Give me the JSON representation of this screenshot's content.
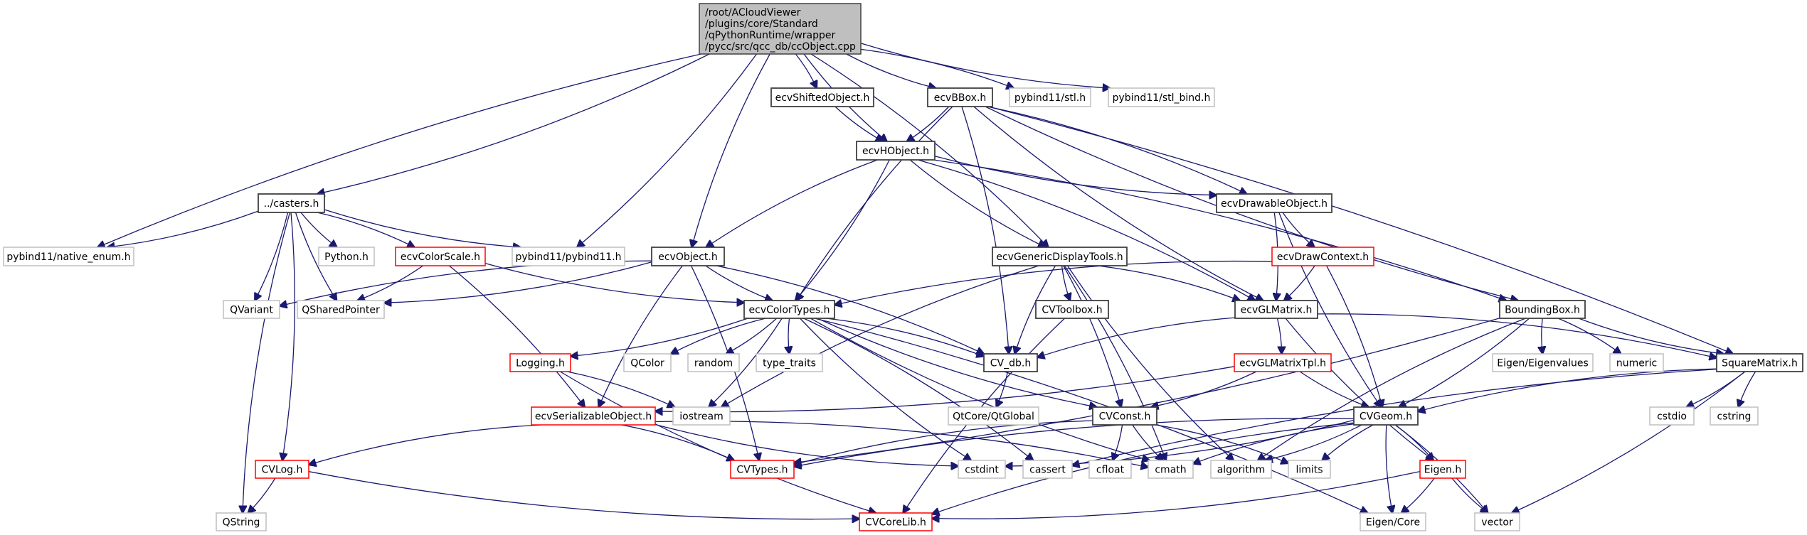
{
  "graph": {
    "title": "Include dependency graph for ccObject.cpp",
    "colors": {
      "edge": "#191970",
      "root_fill": "#bfbfbf",
      "documented_border": "#404040",
      "missing_border": "#ff0000",
      "external_border": "#bfbfbf"
    },
    "nodes": [
      {
        "id": "root",
        "kind": "root",
        "lines": [
          "/root/ACloudViewer",
          "/plugins/core/Standard",
          "/qPythonRuntime/wrapper",
          "/pycc/src/qcc_db/ccObject.cpp"
        ]
      },
      {
        "id": "casters",
        "kind": "documented",
        "label": "../casters.h"
      },
      {
        "id": "native_enum",
        "kind": "external",
        "label": "pybind11/native_enum.h"
      },
      {
        "id": "python",
        "kind": "external",
        "label": "Python.h"
      },
      {
        "id": "colorscale",
        "kind": "missing",
        "label": "ecvColorScale.h"
      },
      {
        "id": "pybind11",
        "kind": "external",
        "label": "pybind11/pybind11.h"
      },
      {
        "id": "ecvobject",
        "kind": "documented",
        "label": "ecvObject.h"
      },
      {
        "id": "shifted",
        "kind": "documented",
        "label": "ecvShiftedObject.h"
      },
      {
        "id": "bbox",
        "kind": "documented",
        "label": "ecvBBox.h"
      },
      {
        "id": "stl",
        "kind": "external",
        "label": "pybind11/stl.h"
      },
      {
        "id": "stl_bind",
        "kind": "external",
        "label": "pybind11/stl_bind.h"
      },
      {
        "id": "hobject",
        "kind": "documented",
        "label": "ecvHObject.h"
      },
      {
        "id": "drawable",
        "kind": "documented",
        "label": "ecvDrawableObject.h"
      },
      {
        "id": "gendisplay",
        "kind": "documented",
        "label": "ecvGenericDisplayTools.h"
      },
      {
        "id": "drawcontext",
        "kind": "missing",
        "label": "ecvDrawContext.h"
      },
      {
        "id": "qvariant",
        "kind": "external",
        "label": "QVariant"
      },
      {
        "id": "qshared",
        "kind": "external",
        "label": "QSharedPointer"
      },
      {
        "id": "colortypes",
        "kind": "documented",
        "label": "ecvColorTypes.h"
      },
      {
        "id": "cvtoolbox",
        "kind": "documented",
        "label": "CVToolbox.h"
      },
      {
        "id": "glmatrix",
        "kind": "documented",
        "label": "ecvGLMatrix.h"
      },
      {
        "id": "boundingbox",
        "kind": "documented",
        "label": "BoundingBox.h"
      },
      {
        "id": "logging",
        "kind": "missing",
        "label": "Logging.h"
      },
      {
        "id": "qcolor",
        "kind": "external",
        "label": "QColor"
      },
      {
        "id": "random",
        "kind": "external",
        "label": "random"
      },
      {
        "id": "type_traits",
        "kind": "external",
        "label": "type_traits"
      },
      {
        "id": "cvdb",
        "kind": "documented",
        "label": "CV_db.h"
      },
      {
        "id": "glmatrixtpl",
        "kind": "missing",
        "label": "ecvGLMatrixTpl.h"
      },
      {
        "id": "eigenvalues",
        "kind": "external",
        "label": "Eigen/Eigenvalues"
      },
      {
        "id": "numeric",
        "kind": "external",
        "label": "numeric"
      },
      {
        "id": "squarematrix",
        "kind": "documented",
        "label": "SquareMatrix.h"
      },
      {
        "id": "serializable",
        "kind": "missing",
        "label": "ecvSerializableObject.h"
      },
      {
        "id": "iostream",
        "kind": "external",
        "label": "iostream"
      },
      {
        "id": "qtglobal",
        "kind": "external",
        "label": "QtCore/QtGlobal"
      },
      {
        "id": "cvconst",
        "kind": "documented",
        "label": "CVConst.h"
      },
      {
        "id": "cvgeom",
        "kind": "documented",
        "label": "CVGeom.h"
      },
      {
        "id": "cstdio",
        "kind": "external",
        "label": "cstdio"
      },
      {
        "id": "cstring",
        "kind": "external",
        "label": "cstring"
      },
      {
        "id": "cvlog",
        "kind": "missing",
        "label": "CVLog.h"
      },
      {
        "id": "cvtypes",
        "kind": "missing",
        "label": "CVTypes.h"
      },
      {
        "id": "cstdint",
        "kind": "external",
        "label": "cstdint"
      },
      {
        "id": "cassert",
        "kind": "external",
        "label": "cassert"
      },
      {
        "id": "cfloat",
        "kind": "external",
        "label": "cfloat"
      },
      {
        "id": "cmath",
        "kind": "external",
        "label": "cmath"
      },
      {
        "id": "algorithm",
        "kind": "external",
        "label": "algorithm"
      },
      {
        "id": "limits",
        "kind": "external",
        "label": "limits"
      },
      {
        "id": "eigen",
        "kind": "missing",
        "label": "Eigen.h"
      },
      {
        "id": "qstring",
        "kind": "external",
        "label": "QString"
      },
      {
        "id": "cvcorelib",
        "kind": "missing",
        "label": "CVCoreLib.h"
      },
      {
        "id": "eigencore",
        "kind": "external",
        "label": "Eigen/Core"
      },
      {
        "id": "vector",
        "kind": "external",
        "label": "vector"
      }
    ],
    "edges": [
      [
        "root",
        "casters"
      ],
      [
        "root",
        "native_enum"
      ],
      [
        "root",
        "pybind11"
      ],
      [
        "root",
        "ecvobject"
      ],
      [
        "root",
        "gendisplay"
      ],
      [
        "root",
        "hobject"
      ],
      [
        "root",
        "shifted"
      ],
      [
        "root",
        "bbox"
      ],
      [
        "root",
        "stl"
      ],
      [
        "root",
        "stl_bind"
      ],
      [
        "casters",
        "native_enum"
      ],
      [
        "casters",
        "python"
      ],
      [
        "casters",
        "colorscale"
      ],
      [
        "casters",
        "pybind11"
      ],
      [
        "casters",
        "qvariant"
      ],
      [
        "casters",
        "qshared"
      ],
      [
        "casters",
        "cvlog"
      ],
      [
        "casters",
        "qstring"
      ],
      [
        "colorscale",
        "qshared"
      ],
      [
        "colorscale",
        "colortypes"
      ],
      [
        "colorscale",
        "serializable"
      ],
      [
        "ecvobject",
        "colortypes"
      ],
      [
        "ecvobject",
        "cvdb"
      ],
      [
        "ecvobject",
        "qvariant"
      ],
      [
        "ecvobject",
        "qshared"
      ],
      [
        "ecvobject",
        "serializable"
      ],
      [
        "ecvobject",
        "cvtypes"
      ],
      [
        "shifted",
        "hobject"
      ],
      [
        "bbox",
        "hobject"
      ],
      [
        "bbox",
        "colortypes"
      ],
      [
        "bbox",
        "cvdb"
      ],
      [
        "bbox",
        "glmatrix"
      ],
      [
        "bbox",
        "drawable"
      ],
      [
        "bbox",
        "boundingbox"
      ],
      [
        "bbox",
        "squarematrix"
      ],
      [
        "hobject",
        "ecvobject"
      ],
      [
        "hobject",
        "colortypes"
      ],
      [
        "hobject",
        "gendisplay"
      ],
      [
        "hobject",
        "glmatrix"
      ],
      [
        "hobject",
        "drawable"
      ],
      [
        "hobject",
        "boundingbox"
      ],
      [
        "drawable",
        "drawcontext"
      ],
      [
        "drawable",
        "glmatrix"
      ],
      [
        "drawable",
        "cvgeom"
      ],
      [
        "drawcontext",
        "glmatrix"
      ],
      [
        "drawcontext",
        "colortypes"
      ],
      [
        "drawcontext",
        "cvgeom"
      ],
      [
        "gendisplay",
        "cvtoolbox"
      ],
      [
        "gendisplay",
        "glmatrix"
      ],
      [
        "gendisplay",
        "cvdb"
      ],
      [
        "gendisplay",
        "cvconst"
      ],
      [
        "gendisplay",
        "iostream"
      ],
      [
        "gendisplay",
        "cmath"
      ],
      [
        "gendisplay",
        "algorithm"
      ],
      [
        "colortypes",
        "logging"
      ],
      [
        "colortypes",
        "qcolor"
      ],
      [
        "colortypes",
        "random"
      ],
      [
        "colortypes",
        "type_traits"
      ],
      [
        "colortypes",
        "cvdb"
      ],
      [
        "colortypes",
        "cvconst"
      ],
      [
        "colortypes",
        "iostream"
      ],
      [
        "colortypes",
        "cstdint"
      ],
      [
        "colortypes",
        "cassert"
      ],
      [
        "colortypes",
        "cmath"
      ],
      [
        "colortypes",
        "eigencore"
      ],
      [
        "cvtoolbox",
        "cvcorelib"
      ],
      [
        "glmatrix",
        "glmatrixtpl"
      ],
      [
        "glmatrix",
        "cvdb"
      ],
      [
        "glmatrix",
        "squarematrix"
      ],
      [
        "glmatrix",
        "eigen"
      ],
      [
        "glmatrixtpl",
        "cvconst"
      ],
      [
        "glmatrixtpl",
        "cvgeom"
      ],
      [
        "glmatrixtpl",
        "serializable"
      ],
      [
        "boundingbox",
        "eigenvalues"
      ],
      [
        "boundingbox",
        "numeric"
      ],
      [
        "boundingbox",
        "squarematrix"
      ],
      [
        "boundingbox",
        "cvgeom"
      ],
      [
        "boundingbox",
        "algorithm"
      ],
      [
        "boundingbox",
        "cvtypes"
      ],
      [
        "squarematrix",
        "cvgeom"
      ],
      [
        "squarematrix",
        "cstdio"
      ],
      [
        "squarematrix",
        "cstring"
      ],
      [
        "squarematrix",
        "vector"
      ],
      [
        "squarematrix",
        "cassert"
      ],
      [
        "logging",
        "iostream"
      ],
      [
        "logging",
        "cvcorelib"
      ],
      [
        "cvdb",
        "qtglobal"
      ],
      [
        "serializable",
        "cvlog"
      ],
      [
        "serializable",
        "cvtypes"
      ],
      [
        "serializable",
        "cstdint"
      ],
      [
        "serializable",
        "cmath"
      ],
      [
        "cvconst",
        "cvtypes"
      ],
      [
        "cvconst",
        "cfloat"
      ],
      [
        "cvconst",
        "cmath"
      ],
      [
        "cvconst",
        "limits"
      ],
      [
        "cvgeom",
        "cvtypes"
      ],
      [
        "cvgeom",
        "cstdint"
      ],
      [
        "cvgeom",
        "cmath"
      ],
      [
        "cvgeom",
        "algorithm"
      ],
      [
        "cvgeom",
        "limits"
      ],
      [
        "cvgeom",
        "eigen"
      ],
      [
        "cvgeom",
        "eigencore"
      ],
      [
        "cvgeom",
        "vector"
      ],
      [
        "cvgeom",
        "cvcorelib"
      ],
      [
        "cvlog",
        "qstring"
      ],
      [
        "cvlog",
        "cvcorelib"
      ],
      [
        "eigen",
        "eigencore"
      ],
      [
        "eigen",
        "vector"
      ],
      [
        "eigen",
        "cvcorelib"
      ]
    ]
  }
}
